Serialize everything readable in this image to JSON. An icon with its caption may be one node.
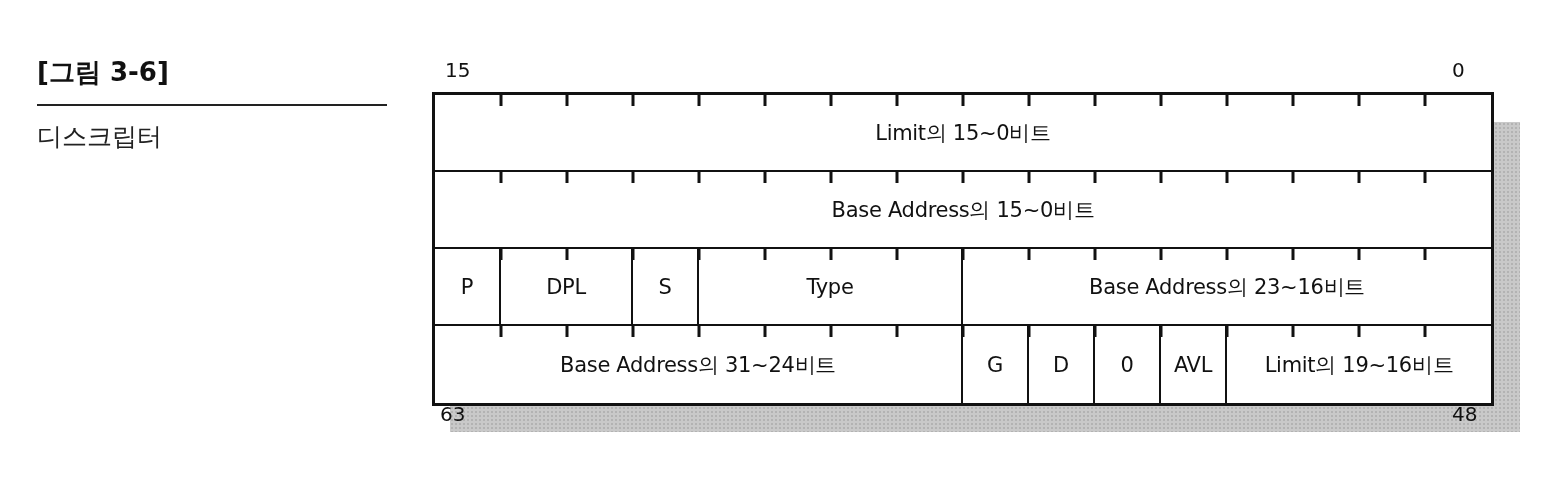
{
  "diagram": {
    "title": "[그림 3-6]",
    "caption": "디스크립터",
    "nodes": [
      {
        "text": [
          "Limit의 15~0비트"
        ]
      },
      {
        "text": [
          "Base Address의 15~0비트"
        ]
      },
      {
        "text": [
          "P"
        ]
      },
      {
        "text": [
          "DPL"
        ]
      },
      {
        "text": [
          "S"
        ]
      },
      {
        "text": [
          "Type"
        ]
      },
      {
        "text": [
          "Base Address의 23~16비트"
        ]
      },
      {
        "text": [
          "Base Address의 31~24비트"
        ]
      },
      {
        "text": [
          "G"
        ]
      },
      {
        "text": [
          "D"
        ]
      },
      {
        "text": [
          "0"
        ]
      },
      {
        "text": [
          "AVL"
        ]
      },
      {
        "text": [
          "Limit의 19~16비트"
        ]
      }
    ],
    "labels": [
      "15",
      "0",
      "63",
      "48"
    ]
  }
}
